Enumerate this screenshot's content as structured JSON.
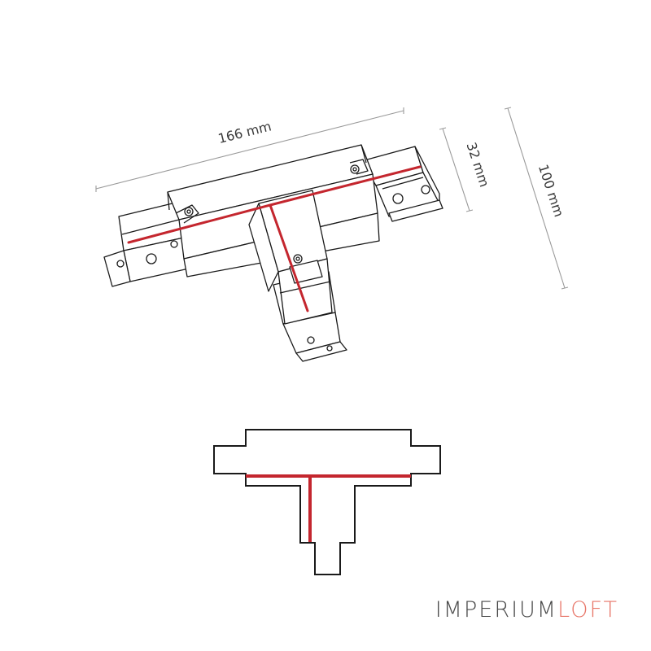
{
  "dimensions": {
    "length": "166 mm",
    "width": "32 mm",
    "height": "100 mm"
  },
  "colors": {
    "line": "#1a1a1a",
    "dim_line": "#9a9a9a",
    "accent": "#c4262e",
    "logo_dark": "#4a4a4a",
    "logo_accent": "#e8776a"
  },
  "logo": {
    "part1": "IMPERIUM",
    "part2": "LOFT"
  }
}
